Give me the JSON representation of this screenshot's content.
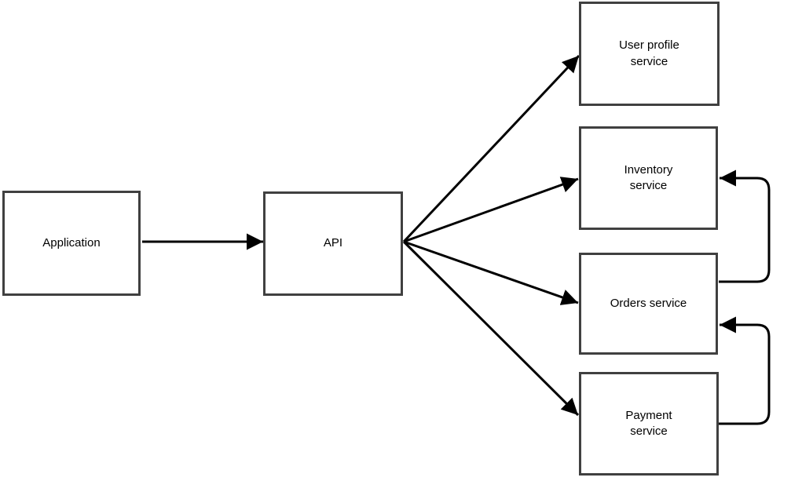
{
  "diagram": {
    "nodes": [
      {
        "id": "application",
        "label": "Application"
      },
      {
        "id": "api",
        "label": "API"
      },
      {
        "id": "user-profile-service",
        "label": "User profile\nservice"
      },
      {
        "id": "inventory-service",
        "label": "Inventory\nservice"
      },
      {
        "id": "orders-service",
        "label": "Orders service"
      },
      {
        "id": "payment-service",
        "label": "Payment\nservice"
      }
    ],
    "edges": [
      {
        "from": "application",
        "to": "api"
      },
      {
        "from": "api",
        "to": "user-profile-service"
      },
      {
        "from": "api",
        "to": "inventory-service"
      },
      {
        "from": "api",
        "to": "orders-service"
      },
      {
        "from": "api",
        "to": "payment-service"
      },
      {
        "from": "orders-service",
        "to": "inventory-service"
      },
      {
        "from": "payment-service",
        "to": "orders-service"
      }
    ],
    "colors": {
      "node_border": "#404040",
      "node_fill": "#ffffff",
      "edge": "#000000",
      "text": "#000000",
      "background": "#ffffff"
    }
  }
}
